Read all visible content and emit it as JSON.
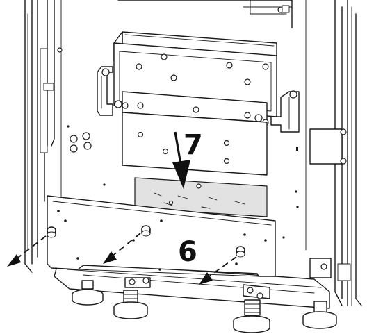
{
  "callouts": [
    {
      "id": "7",
      "text": "7"
    },
    {
      "id": "6",
      "text": "6"
    }
  ],
  "colors": {
    "line": "#1a1a1a",
    "background": "#ffffff",
    "filter_panel": "#e2e2e2"
  }
}
